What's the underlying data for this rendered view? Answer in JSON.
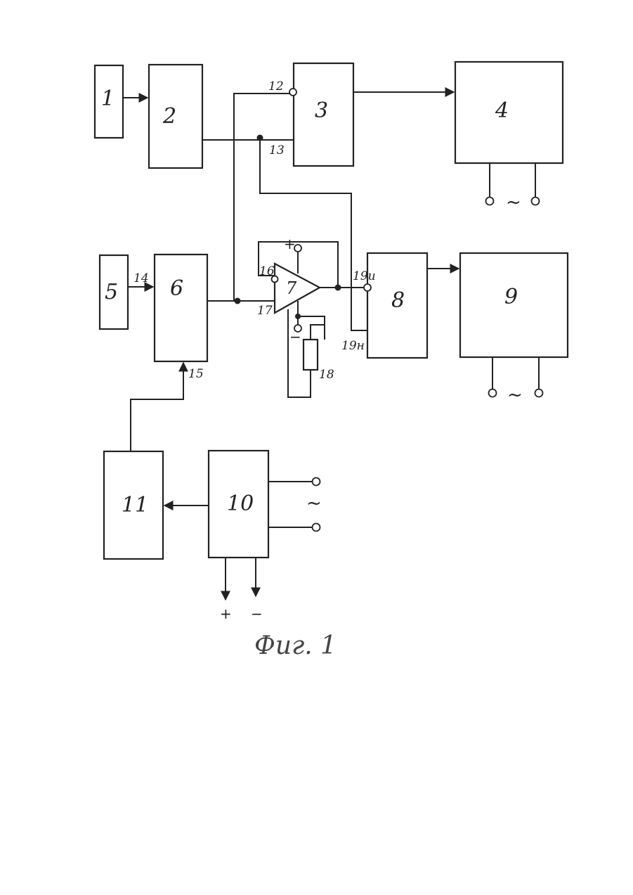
{
  "blocks": {
    "b1": "1",
    "b2": "2",
    "b3": "3",
    "b4": "4",
    "b5": "5",
    "b6": "6",
    "b7": "7",
    "b8": "8",
    "b9": "9",
    "b10": "10",
    "b11": "11"
  },
  "pins": {
    "p12": "12",
    "p13": "13",
    "p14": "14",
    "p15": "15",
    "p16": "16",
    "p17": "17",
    "p18": "18",
    "p19a": "19и",
    "p19b": "19н"
  },
  "symbols": {
    "plus": "+",
    "minus": "−",
    "ac": "~",
    "out_plus": "+",
    "out_minus": "−"
  },
  "caption": "Фиг. 1"
}
